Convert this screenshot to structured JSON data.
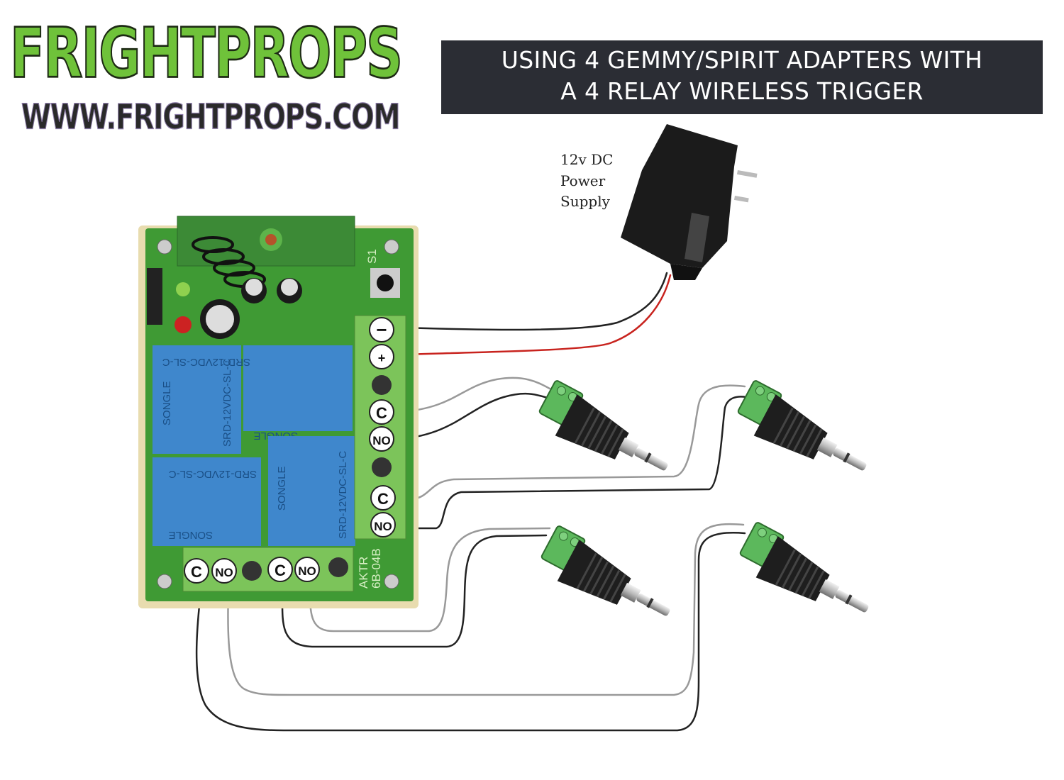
{
  "logo": {
    "name": "FRIGHTPROPS",
    "url": "WWW.FRIGHTPROPS.COM"
  },
  "title": {
    "line1": "USING 4 GEMMY/SPIRIT ADAPTERS WITH",
    "line2": "A 4 RELAY WIRELESS TRIGGER"
  },
  "power_supply": {
    "line1": "12v DC",
    "line2": "Power",
    "line3": "Supply"
  },
  "board": {
    "model_line1": "AKTR",
    "model_line2": "6B-04B",
    "switch_label": "S1",
    "relay_model": "SRD-12VDC-SL-C",
    "relay_brand": "SONGLE",
    "right_terminals": [
      "−",
      "+",
      "C",
      "NO",
      "C",
      "NO"
    ],
    "bottom_terminals": [
      "C",
      "NO",
      "C",
      "NO"
    ]
  },
  "colors": {
    "title_bg": "#2b2d34",
    "pcb": "#3f9a34",
    "relay": "#3f87cc",
    "terminal": "#7cc45a",
    "adapter_block": "#5cb85c",
    "wire_positive": "#c8231e",
    "wire_negative": "#222222"
  }
}
